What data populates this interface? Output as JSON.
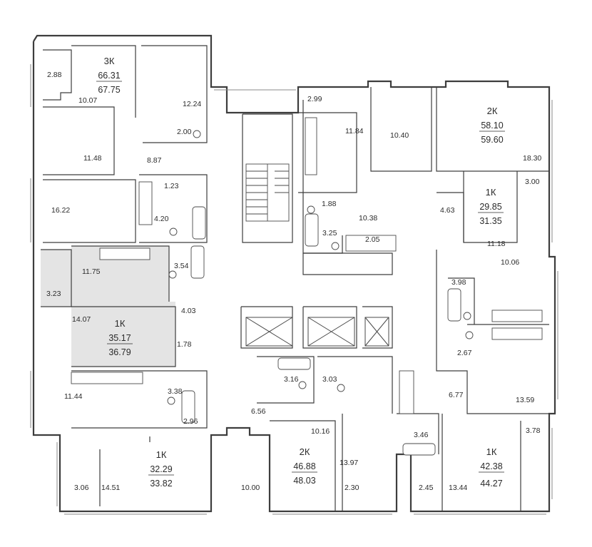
{
  "apartments": [
    {
      "id": "a1",
      "type": "3К",
      "living": "66.31",
      "total": "67.75"
    },
    {
      "id": "a2",
      "type": "2К",
      "living": "58.10",
      "total": "59.60"
    },
    {
      "id": "a3",
      "type": "1К",
      "living": "29.85",
      "total": "31.35"
    },
    {
      "id": "a4",
      "type": "1К",
      "living": "35.17",
      "total": "36.79"
    },
    {
      "id": "a5",
      "type": "1К",
      "living": "32.29",
      "total": "33.82"
    },
    {
      "id": "a6",
      "type": "2К",
      "living": "46.88",
      "total": "48.03"
    },
    {
      "id": "a7",
      "type": "1К",
      "living": "42.38",
      "total": "44.27"
    }
  ],
  "rooms": [
    {
      "id": "r01",
      "value": "2.88"
    },
    {
      "id": "r02",
      "value": "10.07"
    },
    {
      "id": "r03",
      "value": "12.24"
    },
    {
      "id": "r04",
      "value": "2.00"
    },
    {
      "id": "r05",
      "value": "11.48"
    },
    {
      "id": "r06",
      "value": "8.87"
    },
    {
      "id": "r07",
      "value": "1.23"
    },
    {
      "id": "r08",
      "value": "16.22"
    },
    {
      "id": "r09",
      "value": "4.20"
    },
    {
      "id": "r10",
      "value": "11.75"
    },
    {
      "id": "r11",
      "value": "3.54"
    },
    {
      "id": "r12",
      "value": "3.23"
    },
    {
      "id": "r13",
      "value": "4.03"
    },
    {
      "id": "r14",
      "value": "14.07"
    },
    {
      "id": "r15",
      "value": "1.78"
    },
    {
      "id": "r16",
      "value": "11.44"
    },
    {
      "id": "r17",
      "value": "3.38"
    },
    {
      "id": "r18",
      "value": "2.96"
    },
    {
      "id": "r19",
      "value": "3.06"
    },
    {
      "id": "r20",
      "value": "14.51"
    },
    {
      "id": "r21",
      "value": "10.00"
    },
    {
      "id": "r22",
      "value": "6.56"
    },
    {
      "id": "r23",
      "value": "3.16"
    },
    {
      "id": "r24",
      "value": "3.03"
    },
    {
      "id": "r25",
      "value": "10.16"
    },
    {
      "id": "r26",
      "value": "13.97"
    },
    {
      "id": "r27",
      "value": "2.30"
    },
    {
      "id": "r28",
      "value": "2.99"
    },
    {
      "id": "r29",
      "value": "11.84"
    },
    {
      "id": "r30",
      "value": "10.40"
    },
    {
      "id": "r31",
      "value": "18.30"
    },
    {
      "id": "r32",
      "value": "1.88"
    },
    {
      "id": "r33",
      "value": "10.38"
    },
    {
      "id": "r34",
      "value": "3.25"
    },
    {
      "id": "r35",
      "value": "2.05"
    },
    {
      "id": "r36",
      "value": "3.00"
    },
    {
      "id": "r37",
      "value": "4.63"
    },
    {
      "id": "r38",
      "value": "11.18"
    },
    {
      "id": "r39",
      "value": "10.06"
    },
    {
      "id": "r40",
      "value": "3.98"
    },
    {
      "id": "r41",
      "value": "2.67"
    },
    {
      "id": "r42",
      "value": "6.77"
    },
    {
      "id": "r43",
      "value": "13.59"
    },
    {
      "id": "r44",
      "value": "3.46"
    },
    {
      "id": "r45",
      "value": "3.78"
    },
    {
      "id": "r46",
      "value": "2.45"
    },
    {
      "id": "r47",
      "value": "13.44"
    }
  ]
}
